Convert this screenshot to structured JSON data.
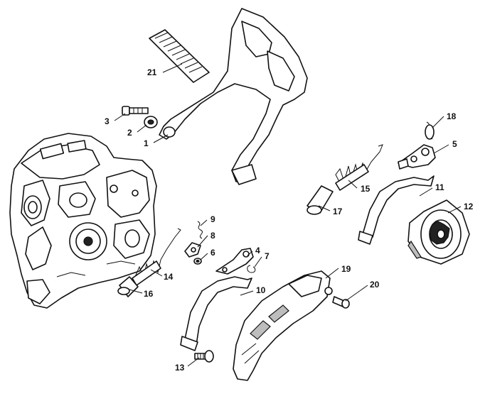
{
  "callouts": [
    {
      "text": "1"
    },
    {
      "text": "2"
    },
    {
      "text": "3"
    },
    {
      "text": "4"
    },
    {
      "text": "5"
    },
    {
      "text": "6"
    },
    {
      "text": "7"
    },
    {
      "text": "8"
    },
    {
      "text": "9"
    },
    {
      "text": "10"
    },
    {
      "text": "11"
    },
    {
      "text": "12"
    },
    {
      "text": "13"
    },
    {
      "text": "14"
    },
    {
      "text": "15"
    },
    {
      "text": "16"
    },
    {
      "text": "17"
    },
    {
      "text": "18"
    },
    {
      "text": "19"
    },
    {
      "text": "20"
    },
    {
      "text": "21"
    }
  ]
}
